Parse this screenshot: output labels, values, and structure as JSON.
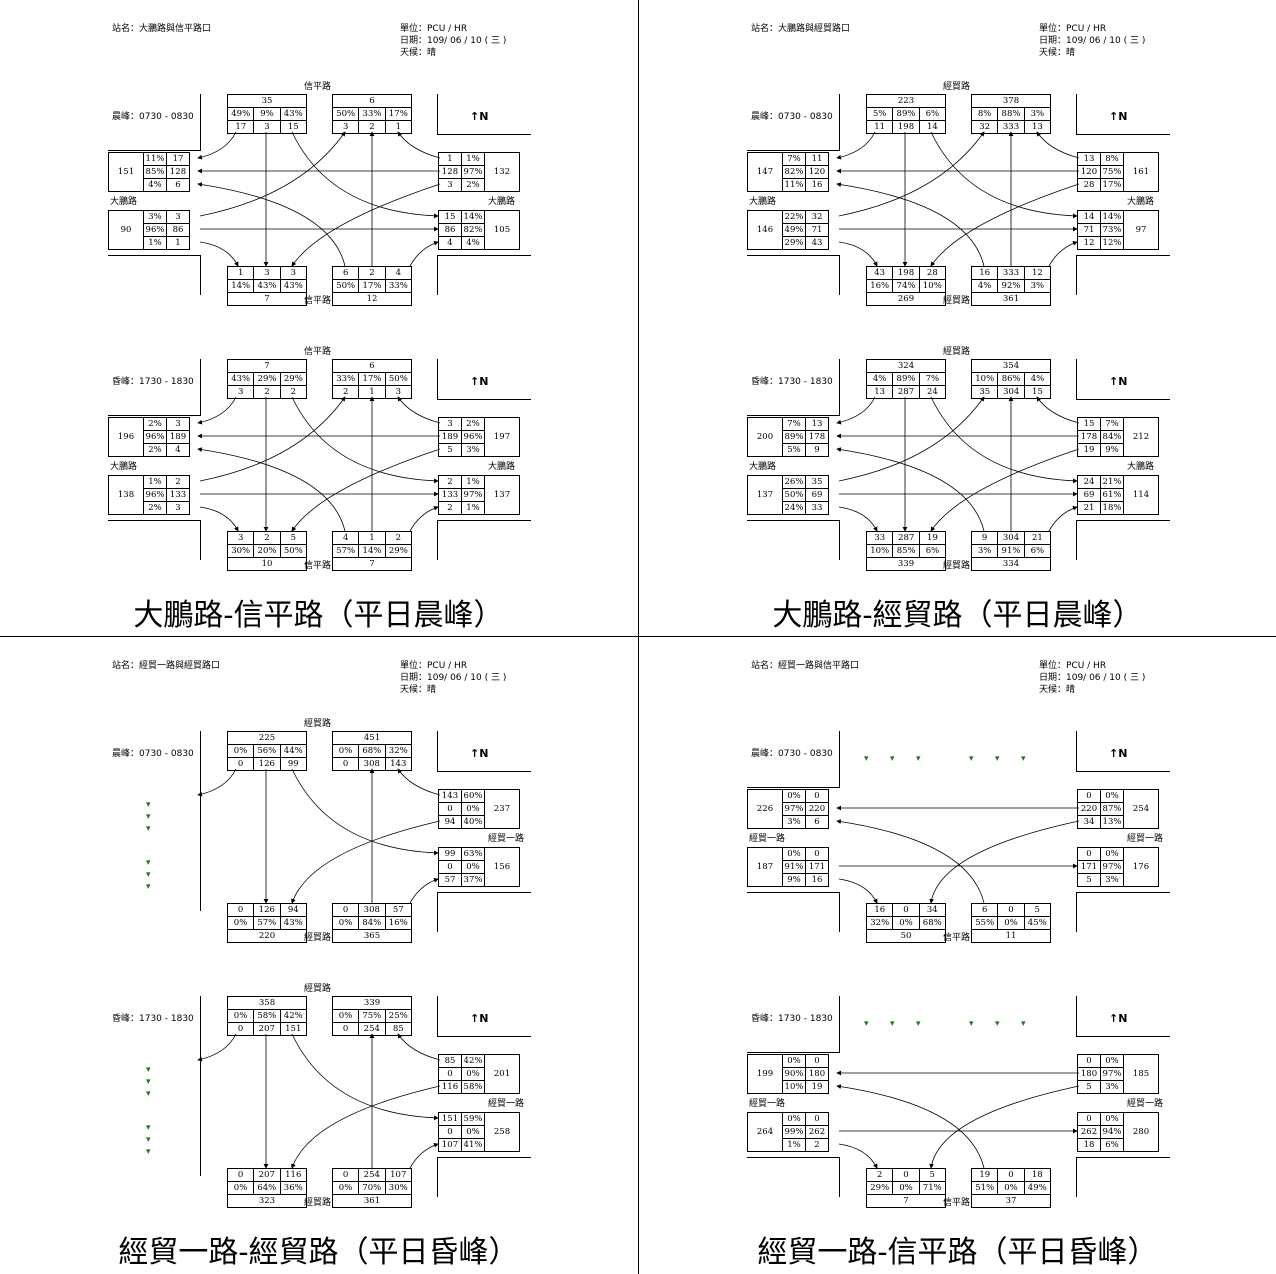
{
  "panels": [
    {
      "title": "大鵬路-信平路（平日晨峰）",
      "station": "站名：大鵬路與信平路口",
      "unit": "單位：PCU / HR",
      "date": "日期：109/ 06 / 10 ( 三 )",
      "weather": "天候：晴",
      "north": "↑N",
      "ns_road": "信平路",
      "ew_road": "大鵬路",
      "sections": [
        {
          "period": "晨峰：0730 - 0830",
          "n_in": {
            "total": "35",
            "pct": [
              "49%",
              "9%",
              "43%"
            ],
            "vol": [
              "17",
              "3",
              "15"
            ]
          },
          "n_out": {
            "total": "6",
            "pct": [
              "50%",
              "33%",
              "17%"
            ],
            "vol": [
              "3",
              "2",
              "1"
            ]
          },
          "s_out": {
            "total": "7",
            "pct": [
              "14%",
              "43%",
              "43%"
            ],
            "vol": [
              "1",
              "3",
              "3"
            ]
          },
          "s_in": {
            "total": "12",
            "pct": [
              "50%",
              "17%",
              "33%"
            ],
            "vol": [
              "6",
              "2",
              "4"
            ]
          },
          "w_out": {
            "total": "151",
            "rows": [
              [
                "11%",
                "17"
              ],
              [
                "85%",
                "128"
              ],
              [
                "4%",
                "6"
              ]
            ]
          },
          "w_in": {
            "total": "90",
            "rows": [
              [
                "3%",
                "3"
              ],
              [
                "96%",
                "86"
              ],
              [
                "1%",
                "1"
              ]
            ]
          },
          "e_in": {
            "total": "132",
            "rows": [
              [
                "1",
                "1%"
              ],
              [
                "128",
                "97%"
              ],
              [
                "3",
                "2%"
              ]
            ]
          },
          "e_out": {
            "total": "105",
            "rows": [
              [
                "15",
                "14%"
              ],
              [
                "86",
                "82%"
              ],
              [
                "4",
                "4%"
              ]
            ]
          }
        },
        {
          "period": "昏峰：1730 - 1830",
          "n_in": {
            "total": "7",
            "pct": [
              "43%",
              "29%",
              "29%"
            ],
            "vol": [
              "3",
              "2",
              "2"
            ]
          },
          "n_out": {
            "total": "6",
            "pct": [
              "33%",
              "17%",
              "50%"
            ],
            "vol": [
              "2",
              "1",
              "3"
            ]
          },
          "s_out": {
            "total": "10",
            "pct": [
              "30%",
              "20%",
              "50%"
            ],
            "vol": [
              "3",
              "2",
              "5"
            ]
          },
          "s_in": {
            "total": "7",
            "pct": [
              "57%",
              "14%",
              "29%"
            ],
            "vol": [
              "4",
              "1",
              "2"
            ]
          },
          "w_out": {
            "total": "196",
            "rows": [
              [
                "2%",
                "3"
              ],
              [
                "96%",
                "189"
              ],
              [
                "2%",
                "4"
              ]
            ]
          },
          "w_in": {
            "total": "138",
            "rows": [
              [
                "1%",
                "2"
              ],
              [
                "96%",
                "133"
              ],
              [
                "2%",
                "3"
              ]
            ]
          },
          "e_in": {
            "total": "197",
            "rows": [
              [
                "3",
                "2%"
              ],
              [
                "189",
                "96%"
              ],
              [
                "5",
                "3%"
              ]
            ]
          },
          "e_out": {
            "total": "137",
            "rows": [
              [
                "2",
                "1%"
              ],
              [
                "133",
                "97%"
              ],
              [
                "2",
                "1%"
              ]
            ]
          }
        }
      ]
    },
    {
      "title": "大鵬路-經貿路（平日晨峰）",
      "station": "站名：大鵬路與經貿路口",
      "unit": "單位：PCU / HR",
      "date": "日期：109/ 06 / 10 ( 三 )",
      "weather": "天候：晴",
      "north": "↑N",
      "ns_road": "經貿路",
      "ew_road": "大鵬路",
      "sections": [
        {
          "period": "晨峰：0730 - 0830",
          "n_in": {
            "total": "223",
            "pct": [
              "5%",
              "89%",
              "6%"
            ],
            "vol": [
              "11",
              "198",
              "14"
            ]
          },
          "n_out": {
            "total": "378",
            "pct": [
              "8%",
              "88%",
              "3%"
            ],
            "vol": [
              "32",
              "333",
              "13"
            ]
          },
          "s_out": {
            "total": "269",
            "pct": [
              "16%",
              "74%",
              "10%"
            ],
            "vol": [
              "43",
              "198",
              "28"
            ]
          },
          "s_in": {
            "total": "361",
            "pct": [
              "4%",
              "92%",
              "3%"
            ],
            "vol": [
              "16",
              "333",
              "12"
            ]
          },
          "w_out": {
            "total": "147",
            "rows": [
              [
                "7%",
                "11"
              ],
              [
                "82%",
                "120"
              ],
              [
                "11%",
                "16"
              ]
            ]
          },
          "w_in": {
            "total": "146",
            "rows": [
              [
                "22%",
                "32"
              ],
              [
                "49%",
                "71"
              ],
              [
                "29%",
                "43"
              ]
            ]
          },
          "e_in": {
            "total": "161",
            "rows": [
              [
                "13",
                "8%"
              ],
              [
                "120",
                "75%"
              ],
              [
                "28",
                "17%"
              ]
            ]
          },
          "e_out": {
            "total": "97",
            "rows": [
              [
                "14",
                "14%"
              ],
              [
                "71",
                "73%"
              ],
              [
                "12",
                "12%"
              ]
            ]
          }
        },
        {
          "period": "昏峰：1730 - 1830",
          "n_in": {
            "total": "324",
            "pct": [
              "4%",
              "89%",
              "7%"
            ],
            "vol": [
              "13",
              "287",
              "24"
            ]
          },
          "n_out": {
            "total": "354",
            "pct": [
              "10%",
              "86%",
              "4%"
            ],
            "vol": [
              "35",
              "304",
              "15"
            ]
          },
          "s_out": {
            "total": "339",
            "pct": [
              "10%",
              "85%",
              "6%"
            ],
            "vol": [
              "33",
              "287",
              "19"
            ]
          },
          "s_in": {
            "total": "334",
            "pct": [
              "3%",
              "91%",
              "6%"
            ],
            "vol": [
              "9",
              "304",
              "21"
            ]
          },
          "w_out": {
            "total": "200",
            "rows": [
              [
                "7%",
                "13"
              ],
              [
                "89%",
                "178"
              ],
              [
                "5%",
                "9"
              ]
            ]
          },
          "w_in": {
            "total": "137",
            "rows": [
              [
                "26%",
                "35"
              ],
              [
                "50%",
                "69"
              ],
              [
                "24%",
                "33"
              ]
            ]
          },
          "e_in": {
            "total": "212",
            "rows": [
              [
                "15",
                "7%"
              ],
              [
                "178",
                "84%"
              ],
              [
                "19",
                "9%"
              ]
            ]
          },
          "e_out": {
            "total": "114",
            "rows": [
              [
                "24",
                "21%"
              ],
              [
                "69",
                "61%"
              ],
              [
                "21",
                "18%"
              ]
            ]
          }
        }
      ]
    },
    {
      "title": "經貿一路-經貿路（平日昏峰）",
      "station": "站名：經貿一路與經貿路口",
      "unit": "單位：PCU / HR",
      "date": "日期：109/ 06 / 10 ( 三 )",
      "weather": "天候：晴",
      "north": "↑N",
      "ns_road": "經貿路",
      "ew_road": "經貿一路",
      "sections": [
        {
          "period": "晨峰：0730 - 0830",
          "n_in": {
            "total": "225",
            "pct": [
              "0%",
              "56%",
              "44%"
            ],
            "vol": [
              "0",
              "126",
              "99"
            ]
          },
          "n_out": {
            "total": "451",
            "pct": [
              "0%",
              "68%",
              "32%"
            ],
            "vol": [
              "0",
              "308",
              "143"
            ]
          },
          "s_out": {
            "total": "220",
            "pct": [
              "0%",
              "57%",
              "43%"
            ],
            "vol": [
              "0",
              "126",
              "94"
            ]
          },
          "s_in": {
            "total": "365",
            "pct": [
              "0%",
              "84%",
              "16%"
            ],
            "vol": [
              "0",
              "308",
              "57"
            ]
          },
          "e_in": {
            "total": "237",
            "rows": [
              [
                "143",
                "60%"
              ],
              [
                "0",
                "0%"
              ],
              [
                "94",
                "40%"
              ]
            ]
          },
          "e_out": {
            "total": "156",
            "rows": [
              [
                "99",
                "63%"
              ],
              [
                "0",
                "0%"
              ],
              [
                "57",
                "37%"
              ]
            ]
          }
        },
        {
          "period": "昏峰：1730 - 1830",
          "n_in": {
            "total": "358",
            "pct": [
              "0%",
              "58%",
              "42%"
            ],
            "vol": [
              "0",
              "207",
              "151"
            ]
          },
          "n_out": {
            "total": "339",
            "pct": [
              "0%",
              "75%",
              "25%"
            ],
            "vol": [
              "0",
              "254",
              "85"
            ]
          },
          "s_out": {
            "total": "323",
            "pct": [
              "0%",
              "64%",
              "36%"
            ],
            "vol": [
              "0",
              "207",
              "116"
            ]
          },
          "s_in": {
            "total": "361",
            "pct": [
              "0%",
              "70%",
              "30%"
            ],
            "vol": [
              "0",
              "254",
              "107"
            ]
          },
          "e_in": {
            "total": "201",
            "rows": [
              [
                "85",
                "42%"
              ],
              [
                "0",
                "0%"
              ],
              [
                "116",
                "58%"
              ]
            ]
          },
          "e_out": {
            "total": "258",
            "rows": [
              [
                "151",
                "59%"
              ],
              [
                "0",
                "0%"
              ],
              [
                "107",
                "41%"
              ]
            ]
          }
        }
      ]
    },
    {
      "title": "經貿一路-信平路（平日昏峰）",
      "station": "站名：經貿一路與信平路口",
      "unit": "單位：PCU / HR",
      "date": "日期：109/ 06 / 10 ( 三 )",
      "weather": "天候：晴",
      "north": "↑N",
      "ns_road": "信平路",
      "ew_road": "經貿一路",
      "sections": [
        {
          "period": "晨峰：0730 - 0830",
          "s_out": {
            "total": "50",
            "pct": [
              "32%",
              "0%",
              "68%"
            ],
            "vol": [
              "16",
              "0",
              "34"
            ]
          },
          "s_in": {
            "total": "11",
            "pct": [
              "55%",
              "0%",
              "45%"
            ],
            "vol": [
              "6",
              "0",
              "5"
            ]
          },
          "w_out": {
            "total": "226",
            "rows": [
              [
                "0%",
                "0"
              ],
              [
                "97%",
                "220"
              ],
              [
                "3%",
                "6"
              ]
            ]
          },
          "w_in": {
            "total": "187",
            "rows": [
              [
                "0%",
                "0"
              ],
              [
                "91%",
                "171"
              ],
              [
                "9%",
                "16"
              ]
            ]
          },
          "e_in": {
            "total": "254",
            "rows": [
              [
                "0",
                "0%"
              ],
              [
                "220",
                "87%"
              ],
              [
                "34",
                "13%"
              ]
            ]
          },
          "e_out": {
            "total": "176",
            "rows": [
              [
                "0",
                "0%"
              ],
              [
                "171",
                "97%"
              ],
              [
                "5",
                "3%"
              ]
            ]
          }
        },
        {
          "period": "昏峰：1730 - 1830",
          "s_out": {
            "total": "7",
            "pct": [
              "29%",
              "0%",
              "71%"
            ],
            "vol": [
              "2",
              "0",
              "5"
            ]
          },
          "s_in": {
            "total": "37",
            "pct": [
              "51%",
              "0%",
              "49%"
            ],
            "vol": [
              "19",
              "0",
              "18"
            ]
          },
          "w_out": {
            "total": "199",
            "rows": [
              [
                "0%",
                "0"
              ],
              [
                "90%",
                "180"
              ],
              [
                "10%",
                "19"
              ]
            ]
          },
          "w_in": {
            "total": "264",
            "rows": [
              [
                "0%",
                "0"
              ],
              [
                "99%",
                "262"
              ],
              [
                "1%",
                "2"
              ]
            ]
          },
          "e_in": {
            "total": "185",
            "rows": [
              [
                "0",
                "0%"
              ],
              [
                "180",
                "97%"
              ],
              [
                "5",
                "3%"
              ]
            ]
          },
          "e_out": {
            "total": "280",
            "rows": [
              [
                "0",
                "0%"
              ],
              [
                "262",
                "94%"
              ],
              [
                "18",
                "6%"
              ]
            ]
          }
        }
      ]
    }
  ]
}
